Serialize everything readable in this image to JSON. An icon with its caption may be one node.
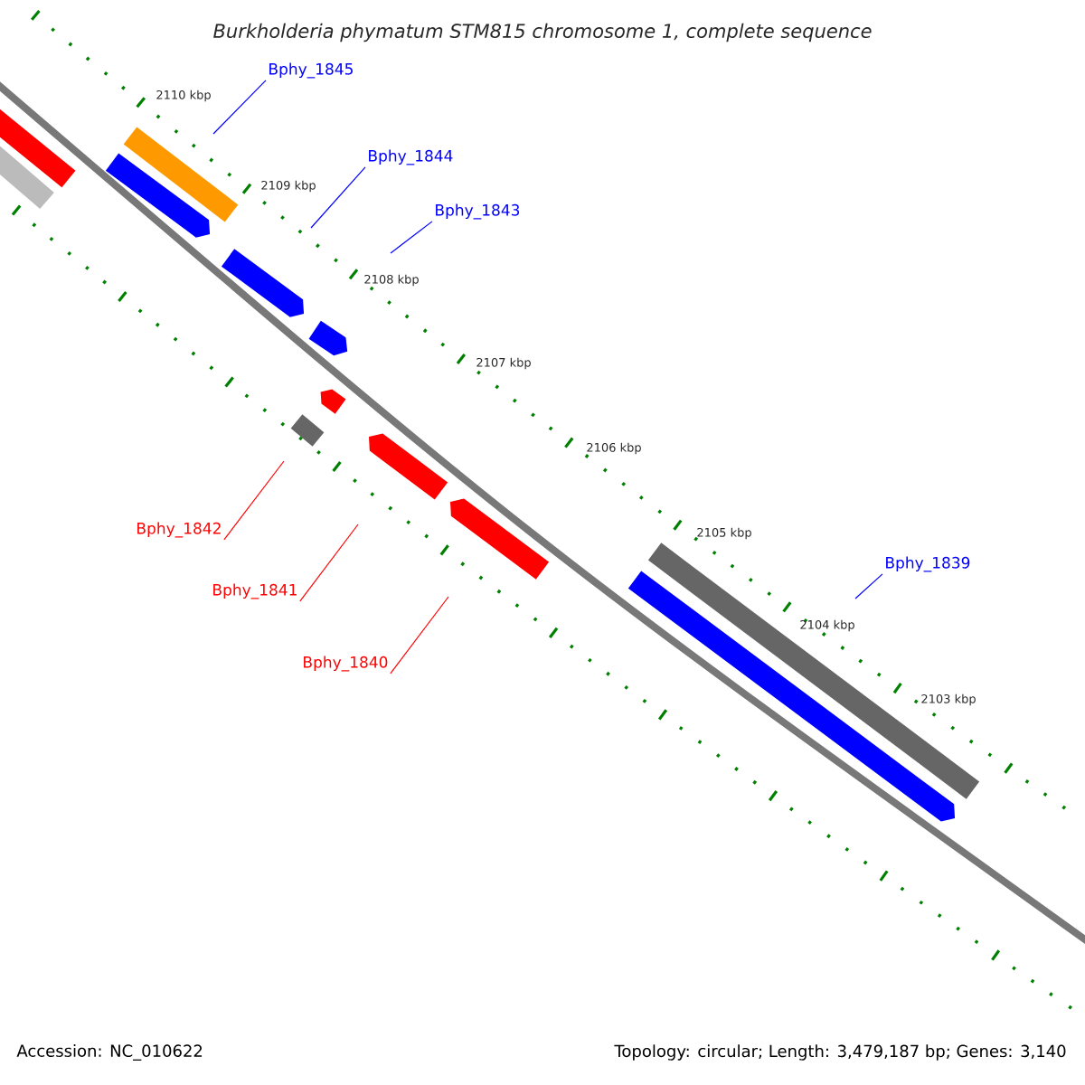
{
  "diagram": {
    "title": "Burkholderia phymatum STM815 chromosome 1, complete sequence",
    "nodes": [
      {
        "text": [
          "Bphy_1845"
        ]
      },
      {
        "text": [
          "Bphy_1844"
        ]
      },
      {
        "text": [
          "Bphy_1843"
        ]
      },
      {
        "text": [
          "Bphy_1842"
        ]
      },
      {
        "text": [
          "Bphy_1841"
        ]
      },
      {
        "text": [
          "Bphy_1840"
        ]
      },
      {
        "text": [
          "Bphy_1839"
        ]
      }
    ],
    "edges": [
      {
        "from": 0,
        "to": null,
        "arrow": "none"
      },
      {
        "from": 1,
        "to": null,
        "arrow": "none"
      },
      {
        "from": 2,
        "to": null,
        "arrow": "none"
      },
      {
        "from": 3,
        "to": null,
        "arrow": "none",
        "color": "#ff0000"
      },
      {
        "from": 4,
        "to": null,
        "arrow": "none",
        "color": "#ff0000"
      },
      {
        "from": 5,
        "to": null,
        "arrow": "none",
        "color": "#ff0000"
      },
      {
        "from": 6,
        "to": null,
        "arrow": "none"
      }
    ],
    "labels": [
      "2110 kbp",
      "2109 kbp",
      "2108 kbp",
      "2107 kbp",
      "2106 kbp",
      "2105 kbp",
      "2104 kbp",
      "2103 kbp",
      "Accession: NC_010622",
      "Topology: circular; Length: 3,479,187 bp; Genes: 3,140"
    ]
  }
}
